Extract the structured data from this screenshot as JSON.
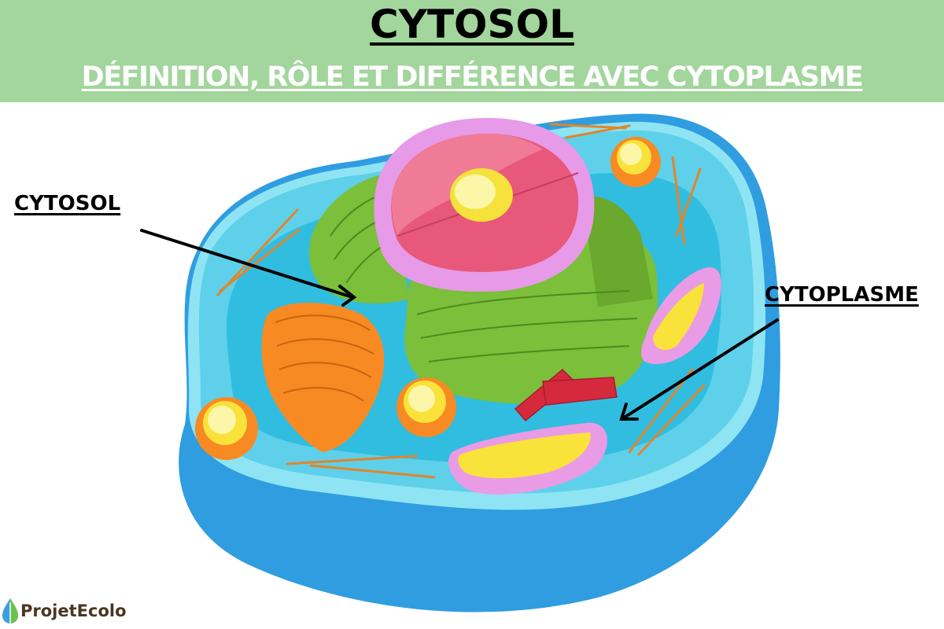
{
  "header": {
    "title": "CYTOSOL",
    "subtitle": "DÉFINITION, RÔLE ET DIFFÉRENCE AVEC CYTOPLASME",
    "background_color": "#a2d69c"
  },
  "diagram": {
    "subject": "animal cell illustration",
    "labels": [
      {
        "text": "CYTOSOL",
        "arrow_target": "inner cytosol fluid near golgi/ER"
      },
      {
        "text": "CYTOPLASME",
        "arrow_target": "cytoplasm region near mitochondrion"
      }
    ],
    "organelles": [
      "nucleus",
      "nucleolus",
      "nuclear envelope",
      "endoplasmic reticulum",
      "golgi apparatus",
      "mitochondria",
      "lysosomes",
      "centrioles",
      "cytoskeleton filaments",
      "cell membrane"
    ],
    "colors": {
      "membrane_outer": "#2f9de0",
      "cytoplasm": "#5fd0ea",
      "cytosol_inner": "#31bde0",
      "nucleus_envelope": "#e79ae8",
      "nucleus": "#e8587a",
      "nucleolus": "#f5e23a",
      "er_green": "#7bbf3a",
      "golgi_orange": "#f78a23",
      "mito_pink": "#ea9be6",
      "mito_yellow": "#f9e23a",
      "centriole_red": "#d5293d"
    }
  },
  "brand": {
    "logo_text": "ProjetEcolo"
  }
}
